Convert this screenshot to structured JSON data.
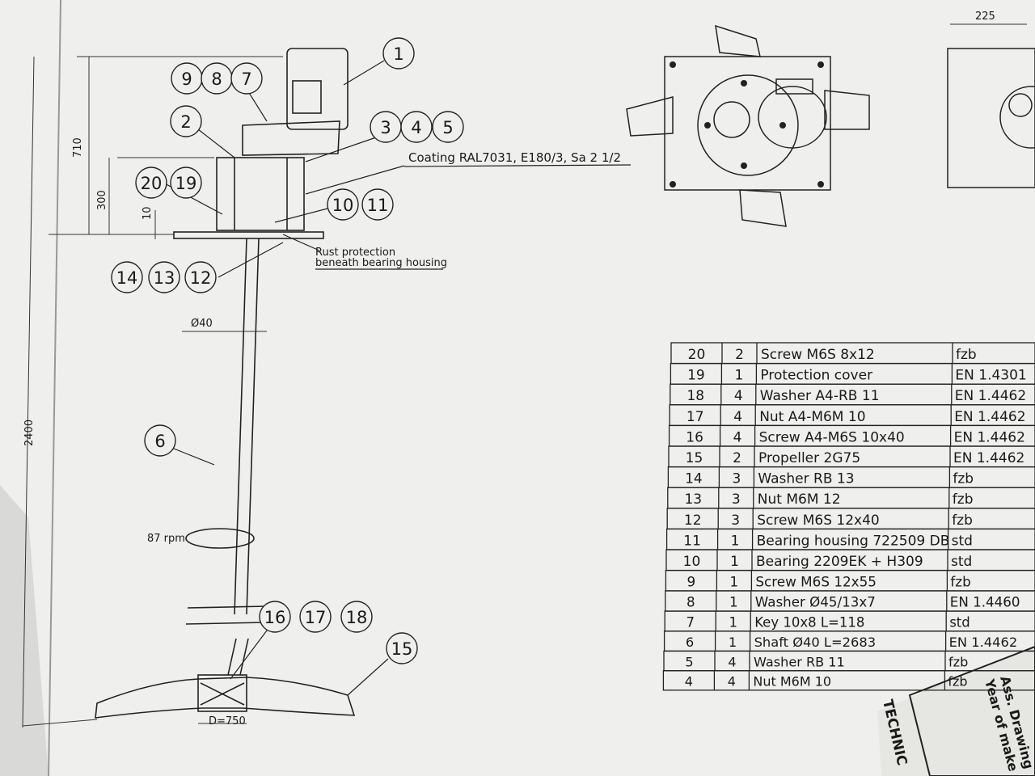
{
  "callouts": {
    "c1": "1",
    "c2": "2",
    "c3": "3",
    "c4": "4",
    "c5": "5",
    "c6": "6",
    "c7": "7",
    "c8": "8",
    "c9": "9",
    "c10": "10",
    "c11": "11",
    "c12": "12",
    "c13": "13",
    "c14": "14",
    "c15": "15",
    "c16": "16",
    "c17": "17",
    "c18": "18",
    "c19": "19",
    "c20": "20"
  },
  "notes": {
    "coating": "Coating RAL7031, E180/3, Sa 2 1/2",
    "rust_line1": "Rust protection",
    "rust_line2": "beneath bearing housing"
  },
  "dimensions": {
    "d710": "710",
    "d300": "300",
    "d10": "10",
    "d2400": "2400",
    "shaft_dia": "Ø40",
    "rpm": "87 rpm",
    "propeller_dia": "D=750",
    "d225": "225"
  },
  "parts_table": [
    {
      "pos": "20",
      "qty": "2",
      "desc": "Screw M6S 8x12",
      "mat": "fzb"
    },
    {
      "pos": "19",
      "qty": "1",
      "desc": "Protection cover",
      "mat": "EN 1.4301"
    },
    {
      "pos": "18",
      "qty": "4",
      "desc": "Washer A4-RB 11",
      "mat": "EN 1.4462"
    },
    {
      "pos": "17",
      "qty": "4",
      "desc": "Nut A4-M6M 10",
      "mat": "EN 1.4462"
    },
    {
      "pos": "16",
      "qty": "4",
      "desc": "Screw A4-M6S 10x40",
      "mat": "EN 1.4462"
    },
    {
      "pos": "15",
      "qty": "2",
      "desc": "Propeller 2G75",
      "mat": "EN 1.4462"
    },
    {
      "pos": "14",
      "qty": "3",
      "desc": "Washer RB 13",
      "mat": "fzb"
    },
    {
      "pos": "13",
      "qty": "3",
      "desc": "Nut M6M 12",
      "mat": "fzb"
    },
    {
      "pos": "12",
      "qty": "3",
      "desc": "Screw M6S 12x40",
      "mat": "fzb"
    },
    {
      "pos": "11",
      "qty": "1",
      "desc": "Bearing housing 722509 DB",
      "mat": "std"
    },
    {
      "pos": "10",
      "qty": "1",
      "desc": "Bearing 2209EK + H309",
      "mat": "std"
    },
    {
      "pos": "9",
      "qty": "1",
      "desc": "Screw M6S 12x55",
      "mat": "fzb"
    },
    {
      "pos": "8",
      "qty": "1",
      "desc": "Washer Ø45/13x7",
      "mat": "EN 1.4460"
    },
    {
      "pos": "7",
      "qty": "1",
      "desc": "Key 10x8  L=118",
      "mat": "std"
    },
    {
      "pos": "6",
      "qty": "1",
      "desc": "Shaft Ø40  L=2683",
      "mat": "EN 1.4462"
    },
    {
      "pos": "5",
      "qty": "4",
      "desc": "Washer RB 11",
      "mat": "fzb"
    },
    {
      "pos": "4",
      "qty": "4",
      "desc": "Nut M6M 10",
      "mat": "fzb"
    }
  ],
  "title_block": {
    "technic": "TECHNIC",
    "ass_drawing": "Ass. Drawing",
    "year": "Year of make"
  },
  "colors": {
    "paper": "#efefed",
    "ink": "#1a1a1a",
    "background": "#d9d9d7"
  }
}
